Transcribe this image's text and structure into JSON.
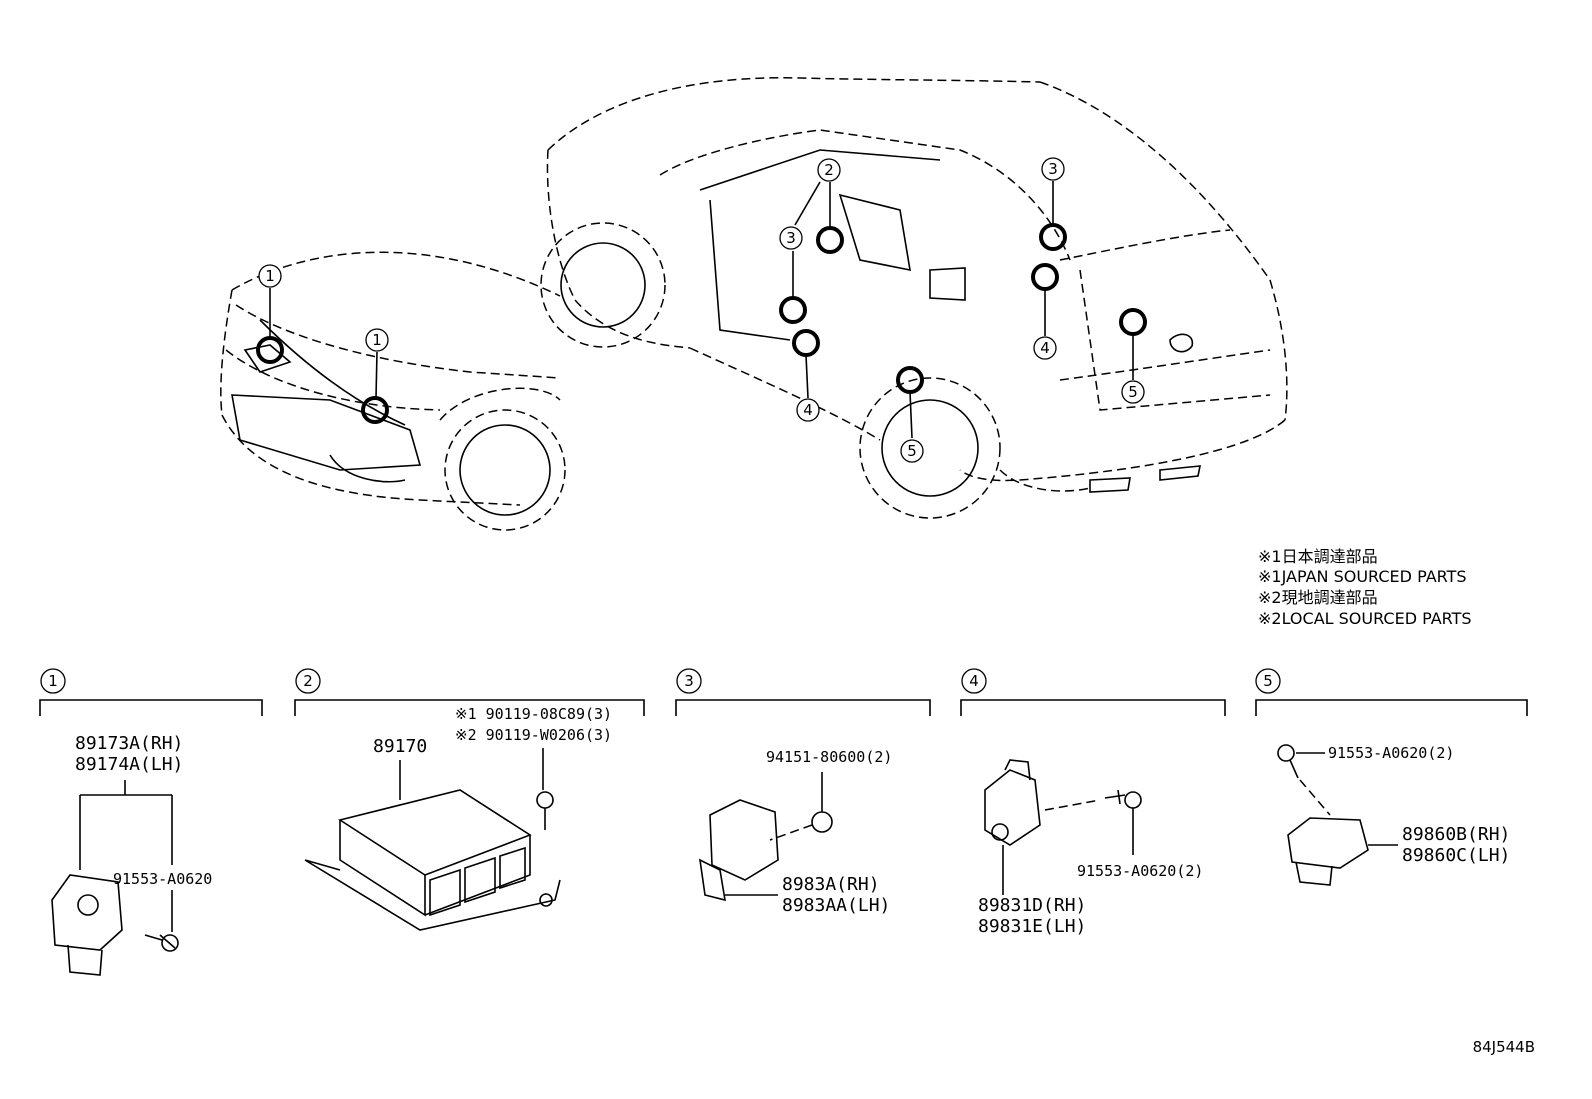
{
  "notes": [
    "※1日本調達部品",
    "※1JAPAN SOURCED PARTS",
    "※2現地調達部品",
    "※2LOCAL SOURCED PARTS"
  ],
  "callouts": [
    "1",
    "2",
    "3",
    "4",
    "5"
  ],
  "groups": [
    {
      "id": "1",
      "labels": [
        "89173A(RH)",
        "89174A(LH)",
        "91553-A0620"
      ]
    },
    {
      "id": "2",
      "labels": [
        "89170",
        "※1 90119-08C89(3)",
        "※2 90119-W0206(3)"
      ]
    },
    {
      "id": "3",
      "labels": [
        "94151-80600(2)",
        "8983A(RH)",
        "8983AA(LH)"
      ]
    },
    {
      "id": "4",
      "labels": [
        "91553-A0620(2)",
        "89831D(RH)",
        "89831E(LH)"
      ]
    },
    {
      "id": "5",
      "labels": [
        "91553-A0620(2)",
        "89860B(RH)",
        "89860C(LH)"
      ]
    }
  ],
  "figure_code": "84J544B"
}
